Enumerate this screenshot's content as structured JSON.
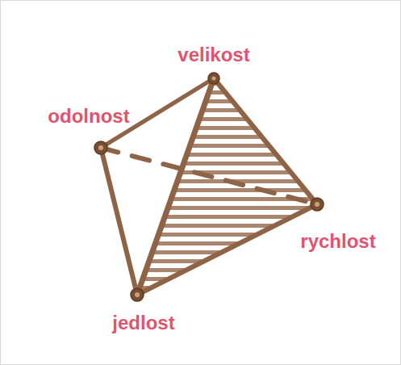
{
  "diagram": {
    "labels": [
      "velikost",
      "odolnost",
      "rychlost",
      "jedlost"
    ]
  }
}
